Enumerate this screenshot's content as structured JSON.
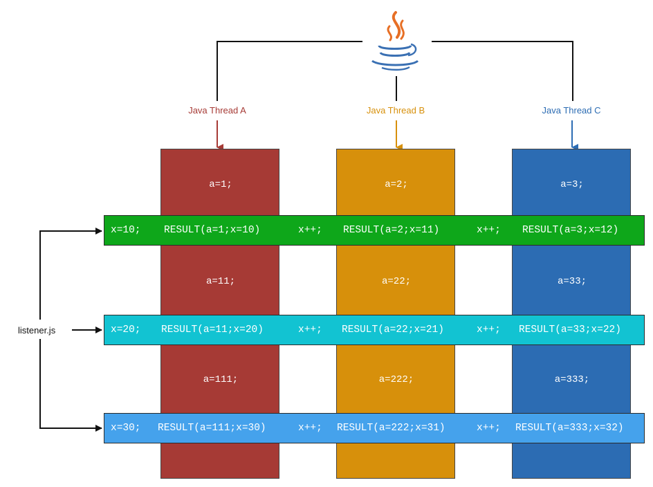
{
  "colors": {
    "thread_a": "#a63a35",
    "thread_b": "#d7900b",
    "thread_c": "#2c6cb3",
    "band_1": "#0ea71a",
    "band_2": "#12c3d2",
    "band_3": "#45a2ec",
    "java_orange": "#e76f25",
    "java_blue": "#3a70b3",
    "connector": "#111111"
  },
  "logo": {
    "icon": "java-logo-icon"
  },
  "threads": [
    {
      "label": "Java Thread A",
      "assignments": [
        "a=1;",
        "a=11;",
        "a=111;"
      ]
    },
    {
      "label": "Java Thread B",
      "assignments": [
        "a=2;",
        "a=22;",
        "a=222;"
      ]
    },
    {
      "label": "Java Thread C",
      "assignments": [
        "a=3;",
        "a=33;",
        "a=333;"
      ]
    }
  ],
  "listener": {
    "label": "listener.js"
  },
  "bands": [
    {
      "set_x": "x=10;",
      "results": [
        "RESULT(a=1;x=10)",
        "RESULT(a=2;x=11)",
        "RESULT(a=3;x=12)"
      ],
      "increments": [
        "x++;",
        "x++;"
      ]
    },
    {
      "set_x": "x=20;",
      "results": [
        "RESULT(a=11;x=20)",
        "RESULT(a=22;x=21)",
        "RESULT(a=33;x=22)"
      ],
      "increments": [
        "x++;",
        "x++;"
      ]
    },
    {
      "set_x": "x=30;",
      "results": [
        "RESULT(a=111;x=30)",
        "RESULT(a=222;x=31)",
        "RESULT(a=333;x=32)"
      ],
      "increments": [
        "x++;",
        "x++;"
      ]
    }
  ]
}
